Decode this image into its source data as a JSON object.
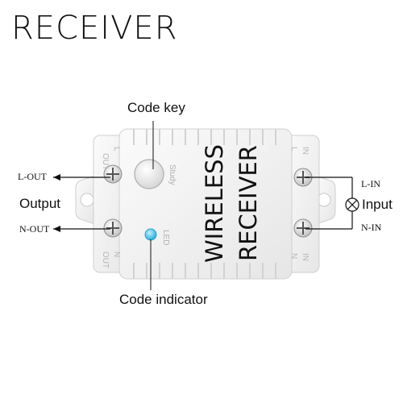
{
  "title": "RECEIVER",
  "callouts": {
    "code_key": "Code key",
    "output": "Output",
    "input": "Input",
    "code_indicator": "Code indicator"
  },
  "wires": {
    "l_out": "L-OUT",
    "n_out": "N-OUT",
    "l_in": "L-IN",
    "n_in": "N-IN"
  },
  "device": {
    "body_text_line1": "WIRELESS",
    "body_text_line2": "RECEIVER",
    "button_label": "Study",
    "led_label": "LED",
    "left_top_terminal": [
      "OUT",
      "L"
    ],
    "left_bottom_terminal": [
      "OUT",
      "N"
    ],
    "right_top_terminal": [
      "IN",
      "L"
    ],
    "right_bottom_terminal": [
      "IN",
      "N"
    ]
  },
  "colors": {
    "casing": "#f4f4f4",
    "casing_edge": "#d9d9d9",
    "led": "#39c6f0",
    "line": "#111111",
    "screw": "#e9e9e9"
  }
}
